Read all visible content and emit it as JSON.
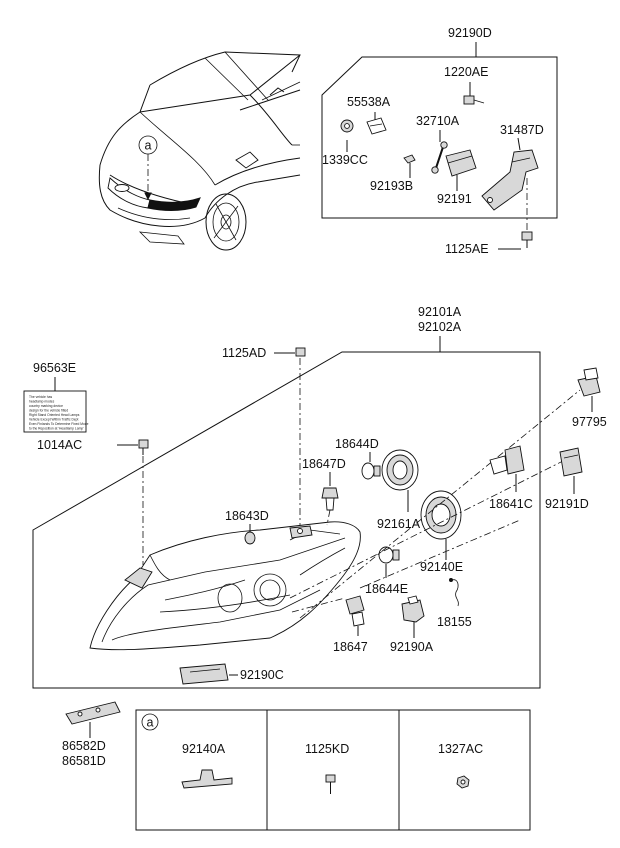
{
  "labels": {
    "p92190D": "92190D",
    "p1220AE": "1220AE",
    "p55538A": "55538A",
    "p32710A": "32710A",
    "p31487D": "31487D",
    "p1339CC": "1339CC",
    "p92193B": "92193B",
    "p92191": "92191",
    "p1125AE": "1125AE",
    "p92101A": "92101A",
    "p92102A": "92102A",
    "p1125AD": "1125AD",
    "p96563E": "96563E",
    "p1014AC": "1014AC",
    "p18644D": "18644D",
    "p18647D": "18647D",
    "p97795": "97795",
    "p18641C": "18641C",
    "p92191D": "92191D",
    "p18643D": "18643D",
    "p92161A": "92161A",
    "p18644E": "18644E",
    "p92140E": "92140E",
    "p18155": "18155",
    "p18647": "18647",
    "p92190A": "92190A",
    "p92190C": "92190C",
    "p86582D": "86582D",
    "p86581D": "86581D"
  },
  "callout": "a",
  "table": {
    "ref": "a",
    "cells": [
      "92140A",
      "1125KD",
      "1327AC"
    ]
  },
  "sticker_lines": [
    "The vehicle has ",
    "headlamp modes ",
    "country marking device",
    "design for the vehicle fitted",
    "Right Stand Oriented Head Lamps",
    "Vehicle Except Within Traffic Dept",
    "Even Finlands To Determine Fixed Mode",
    "to the Reposition at 'Headlamp Lamp'"
  ]
}
